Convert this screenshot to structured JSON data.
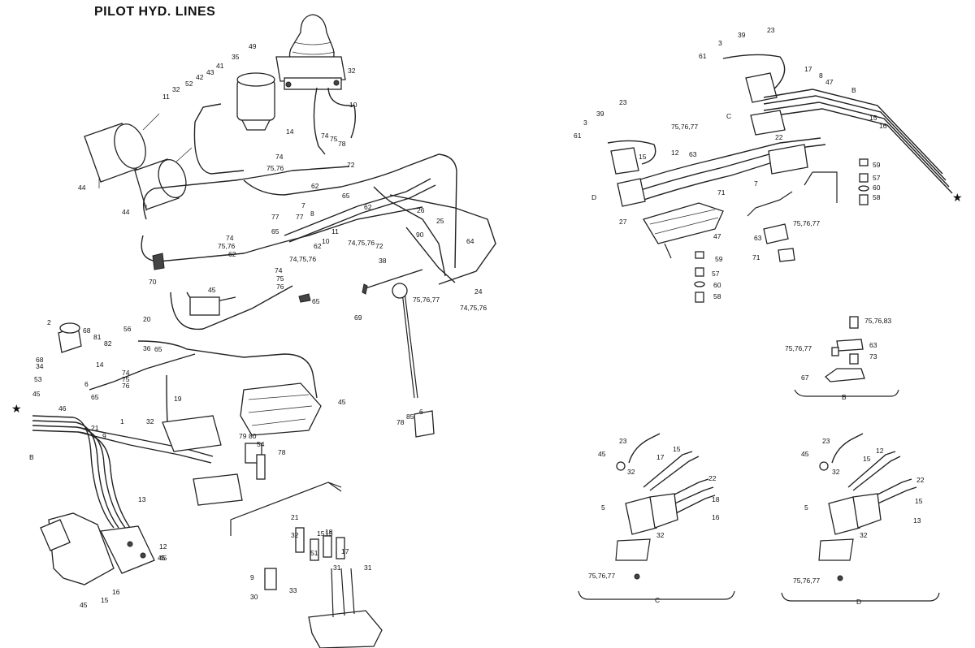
{
  "header": {
    "title": "PILOT HYD. LINES"
  },
  "callouts": {
    "main": [
      {
        "text": "49"
      },
      {
        "text": "35"
      },
      {
        "text": "41"
      },
      {
        "text": "43"
      },
      {
        "text": "42"
      },
      {
        "text": "52"
      },
      {
        "text": "32"
      },
      {
        "text": "11"
      },
      {
        "text": "32"
      },
      {
        "text": "10"
      },
      {
        "text": "14"
      },
      {
        "text": "74"
      },
      {
        "text": "75"
      },
      {
        "text": "78"
      },
      {
        "text": "74"
      },
      {
        "text": "75,76"
      },
      {
        "text": "72"
      },
      {
        "text": "62"
      },
      {
        "text": "44"
      },
      {
        "text": "44"
      },
      {
        "text": "77"
      },
      {
        "text": "65"
      },
      {
        "text": "62"
      },
      {
        "text": "77"
      },
      {
        "text": "7"
      },
      {
        "text": "8"
      },
      {
        "text": "11"
      },
      {
        "text": "65"
      },
      {
        "text": "10"
      },
      {
        "text": "62"
      },
      {
        "text": "74,75,76"
      },
      {
        "text": "74"
      },
      {
        "text": "75,76"
      },
      {
        "text": "62"
      },
      {
        "text": "74,75,76"
      },
      {
        "text": "26"
      },
      {
        "text": "25"
      },
      {
        "text": "90"
      },
      {
        "text": "64"
      },
      {
        "text": "72"
      },
      {
        "text": "70"
      },
      {
        "text": "38"
      },
      {
        "text": "74"
      },
      {
        "text": "75"
      },
      {
        "text": "76"
      },
      {
        "text": "65"
      },
      {
        "text": "45"
      },
      {
        "text": "69"
      },
      {
        "text": "75,76,77"
      },
      {
        "text": "24"
      },
      {
        "text": "74,75,76"
      },
      {
        "text": "2"
      },
      {
        "text": "20"
      },
      {
        "text": "68"
      },
      {
        "text": "81"
      },
      {
        "text": "82"
      },
      {
        "text": "56"
      },
      {
        "text": "36"
      },
      {
        "text": "65"
      },
      {
        "text": "68"
      },
      {
        "text": "34"
      },
      {
        "text": "53"
      },
      {
        "text": "14"
      },
      {
        "text": "74"
      },
      {
        "text": "75"
      },
      {
        "text": "76"
      },
      {
        "text": "45"
      },
      {
        "text": "6"
      },
      {
        "text": "65"
      },
      {
        "text": "46"
      },
      {
        "text": "19"
      },
      {
        "text": "45"
      },
      {
        "text": "1"
      },
      {
        "text": "32"
      },
      {
        "text": "21"
      },
      {
        "text": "9"
      },
      {
        "text": "B"
      },
      {
        "text": "79"
      },
      {
        "text": "80"
      },
      {
        "text": "54"
      },
      {
        "text": "78"
      },
      {
        "text": "78"
      },
      {
        "text": "85"
      },
      {
        "text": "6"
      },
      {
        "text": "13"
      },
      {
        "text": "12"
      },
      {
        "text": "45"
      },
      {
        "text": "45"
      },
      {
        "text": "45"
      },
      {
        "text": "15"
      },
      {
        "text": "16"
      }
    ],
    "inset_bottom": [
      {
        "text": "21"
      },
      {
        "text": "32"
      },
      {
        "text": "15"
      },
      {
        "text": "18"
      },
      {
        "text": "15"
      },
      {
        "text": "51"
      },
      {
        "text": "17"
      },
      {
        "text": "9"
      },
      {
        "text": "31"
      },
      {
        "text": "31"
      },
      {
        "text": "33"
      },
      {
        "text": "30"
      }
    ],
    "upper_right": [
      {
        "text": "39"
      },
      {
        "text": "23"
      },
      {
        "text": "3"
      },
      {
        "text": "61"
      },
      {
        "text": "17"
      },
      {
        "text": "8"
      },
      {
        "text": "47"
      },
      {
        "text": "B"
      },
      {
        "text": "C"
      },
      {
        "text": "15"
      },
      {
        "text": "16"
      },
      {
        "text": "23"
      },
      {
        "text": "39"
      },
      {
        "text": "3"
      },
      {
        "text": "61"
      },
      {
        "text": "75,76,77"
      },
      {
        "text": "12"
      },
      {
        "text": "15"
      },
      {
        "text": "63"
      },
      {
        "text": "22"
      },
      {
        "text": "59"
      },
      {
        "text": "57"
      },
      {
        "text": "60"
      },
      {
        "text": "58"
      },
      {
        "text": "7"
      },
      {
        "text": "71"
      },
      {
        "text": "D"
      },
      {
        "text": "27"
      },
      {
        "text": "47"
      },
      {
        "text": "75,76,77"
      },
      {
        "text": "63"
      },
      {
        "text": "71"
      },
      {
        "text": "59"
      },
      {
        "text": "57"
      },
      {
        "text": "60"
      },
      {
        "text": "58"
      }
    ],
    "detail_b": [
      {
        "text": "75,76,83"
      },
      {
        "text": "75,76,77"
      },
      {
        "text": "63"
      },
      {
        "text": "73"
      },
      {
        "text": "67"
      },
      {
        "text": "B"
      }
    ],
    "detail_c": [
      {
        "text": "23"
      },
      {
        "text": "45"
      },
      {
        "text": "17"
      },
      {
        "text": "15"
      },
      {
        "text": "32"
      },
      {
        "text": "22"
      },
      {
        "text": "5"
      },
      {
        "text": "18"
      },
      {
        "text": "16"
      },
      {
        "text": "32"
      },
      {
        "text": "75,76,77"
      },
      {
        "text": "C"
      }
    ],
    "detail_d": [
      {
        "text": "23"
      },
      {
        "text": "45"
      },
      {
        "text": "15"
      },
      {
        "text": "12"
      },
      {
        "text": "32"
      },
      {
        "text": "22"
      },
      {
        "text": "5"
      },
      {
        "text": "15"
      },
      {
        "text": "13"
      },
      {
        "text": "32"
      },
      {
        "text": "75,76,77"
      },
      {
        "text": "D"
      }
    ]
  },
  "symbols": {
    "star_left": "★",
    "star_right": "★"
  },
  "icons": [
    "joystick-icon",
    "accumulator-icon",
    "filter-icon",
    "valve-block-icon",
    "pump-icon",
    "pressure-switch-icon"
  ]
}
